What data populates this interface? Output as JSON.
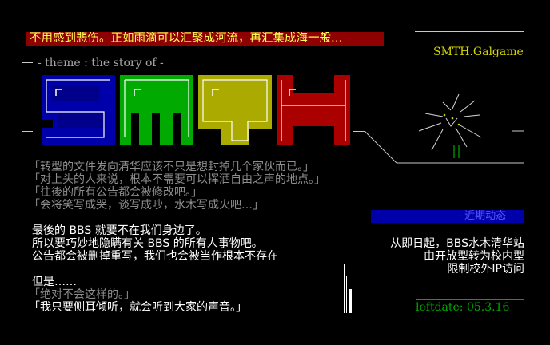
{
  "banner": {
    "text": "不用感到悲伤。正如雨滴可以汇聚成河流，再汇集成海一般…"
  },
  "theme": {
    "text": "- theme : the story of -"
  },
  "board": {
    "name": "SMTH.Galgame"
  },
  "logo": {
    "letters": [
      "S",
      "M",
      "T",
      "H"
    ],
    "colors": [
      "#0000aa",
      "#00aa00",
      "#aaaa00",
      "#aa0000"
    ]
  },
  "quotes_grey": [
    "「转型的文件发向清华应该不只是想封掉几个家伙而已。」",
    "「对上头的人来说，根本不需要可以挥洒自由之声的地点。」",
    "「往後的所有公告都会被修改吧。」",
    "「会将笑写成哭，谈写成吵，水木写成火吧…」"
  ],
  "paragraph": [
    "最後的 BBS 就要不在我们身边了。",
    "所以要巧妙地隐瞒有关 BBS 的所有人事物吧。",
    "公告都会被删掉重写，我们也会被当作根本不存在"
  ],
  "but_text": "但是……",
  "quote_never": "「绝对不会这样的。」",
  "quote_listen": "「我只要侧耳倾听，就会听到大家的声音。」",
  "recent_bar": {
    "label": "- 近期动态 -"
  },
  "announcement": [
    "从即日起，BBS水木清华站",
    "由开放型转为校内型",
    "限制校外IP访问"
  ],
  "leftdate": {
    "text": "leftdate: 05.3.16"
  }
}
